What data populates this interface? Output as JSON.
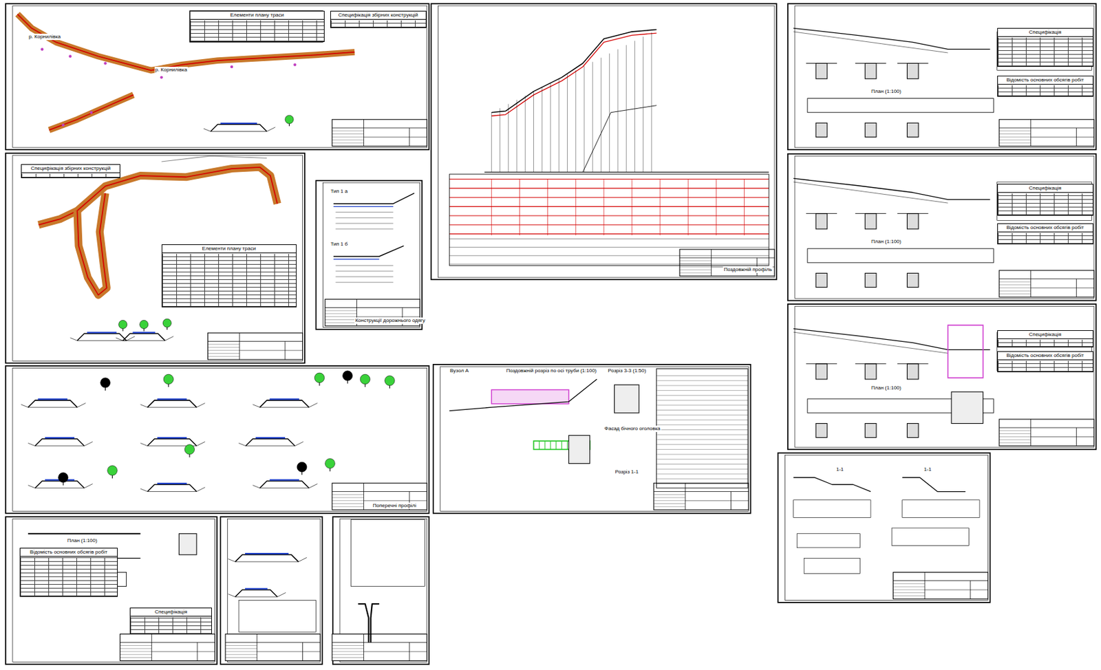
{
  "diagram": {
    "nodes": [
      {
        "text": [
          "Елементи плану траси"
        ]
      },
      {
        "text": [
          "Специфікація збірних конструкцій"
        ]
      },
      {
        "text": [
          "Специфікація збірних конструкцій"
        ]
      },
      {
        "text": [
          "Елементи плану траси"
        ]
      },
      {
        "text": [
          "Специфікація"
        ]
      },
      {
        "text": [
          "Відомість основних обсягів робіт"
        ]
      },
      {
        "text": [
          "Специфікація"
        ]
      },
      {
        "text": [
          "Відомість основних обсягів робіт"
        ]
      },
      {
        "text": [
          "Специфікація"
        ]
      },
      {
        "text": [
          "Відомість основних обсягів робіт"
        ]
      },
      {
        "text": [
          "Відомість основних обсягів робіт"
        ]
      },
      {
        "text": [
          "Специфікація"
        ]
      }
    ],
    "labels": [
      "р. Корнилівка",
      "р. Корнилівка",
      "Тип 1 а",
      "Тип 1 б",
      "Конструкції дорожнього одягу",
      "Поздовжній профіль",
      "Поздовжній розріз по осі труби (1:100)",
      "Вузол А",
      "Розріз 3-3 (1:50)",
      "Фасад бічного оголовка",
      "Розріз 1-1",
      "План (1:100)",
      "План (1:100)",
      "План (1:100)",
      "План (1:100)",
      "Поперечні профілі",
      "1-1",
      "1-1"
    ]
  }
}
